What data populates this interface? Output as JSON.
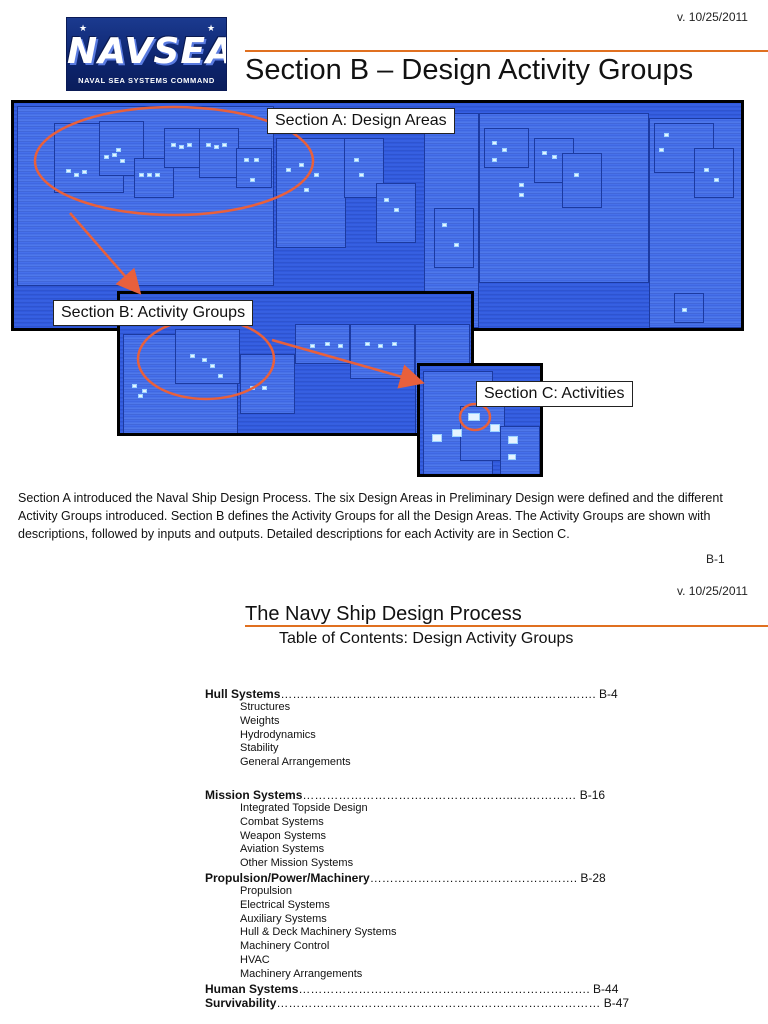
{
  "page1": {
    "version": "v. 10/25/2011",
    "logo": {
      "word": "NAVSEA",
      "subtitle": "NAVAL SEA SYSTEMS COMMAND"
    },
    "title": "Section B – Design Activity Groups",
    "callouts": {
      "section_a": "Section A: Design Areas",
      "section_b": "Section B: Activity Groups",
      "section_c": "Section C: Activities"
    },
    "paragraph": "Section A introduced the Naval Ship Design Process. The six Design Areas in Preliminary Design were defined and the different  Activity Groups introduced. Section B defines the Activity Groups for all the Design Areas. The Activity Groups are shown with  descriptions, followed by inputs and outputs. Detailed descriptions for each Activity are in Section C.",
    "page_number": "B-1",
    "colors": {
      "accent_rule": "#e07020",
      "highlight_ellipse": "#e8603c",
      "diagram_blue": "#3a64e6"
    }
  },
  "page2": {
    "version": "v. 10/25/2011",
    "title": "The Navy Ship Design Process",
    "subtitle": "Table of Contents: Design Activity Groups",
    "toc": [
      {
        "heading": "Hull Systems",
        "leader": "…………………………………………………………………….",
        "page": " B-4",
        "items": [
          "Structures",
          "Weights",
          "Hydrodynamics",
          "Stability",
          "General Arrangements"
        ]
      },
      {
        "heading": "Mission Systems",
        "leader": "……………………………………………..….…………",
        "page": " B-16",
        "items": [
          "Integrated Topside Design",
          "Combat Systems",
          "Weapon Systems",
          "Aviation Systems",
          "Other Mission Systems"
        ]
      },
      {
        "heading": "Propulsion/Power/Machinery",
        "leader": "…………………………………………….",
        "page": " B-28",
        "items": [
          "Propulsion",
          "Electrical Systems",
          "Auxiliary Systems",
          "Hull & Deck Machinery Systems",
          "Machinery Control",
          "HVAC",
          "Machinery Arrangements"
        ]
      },
      {
        "heading": "Human Systems",
        "leader": "……………………………………………………………….",
        "page": " B-44",
        "items": []
      },
      {
        "heading": "Survivability",
        "leader": "………………………………………………………………………",
        "page": " B-47",
        "items": []
      }
    ]
  }
}
